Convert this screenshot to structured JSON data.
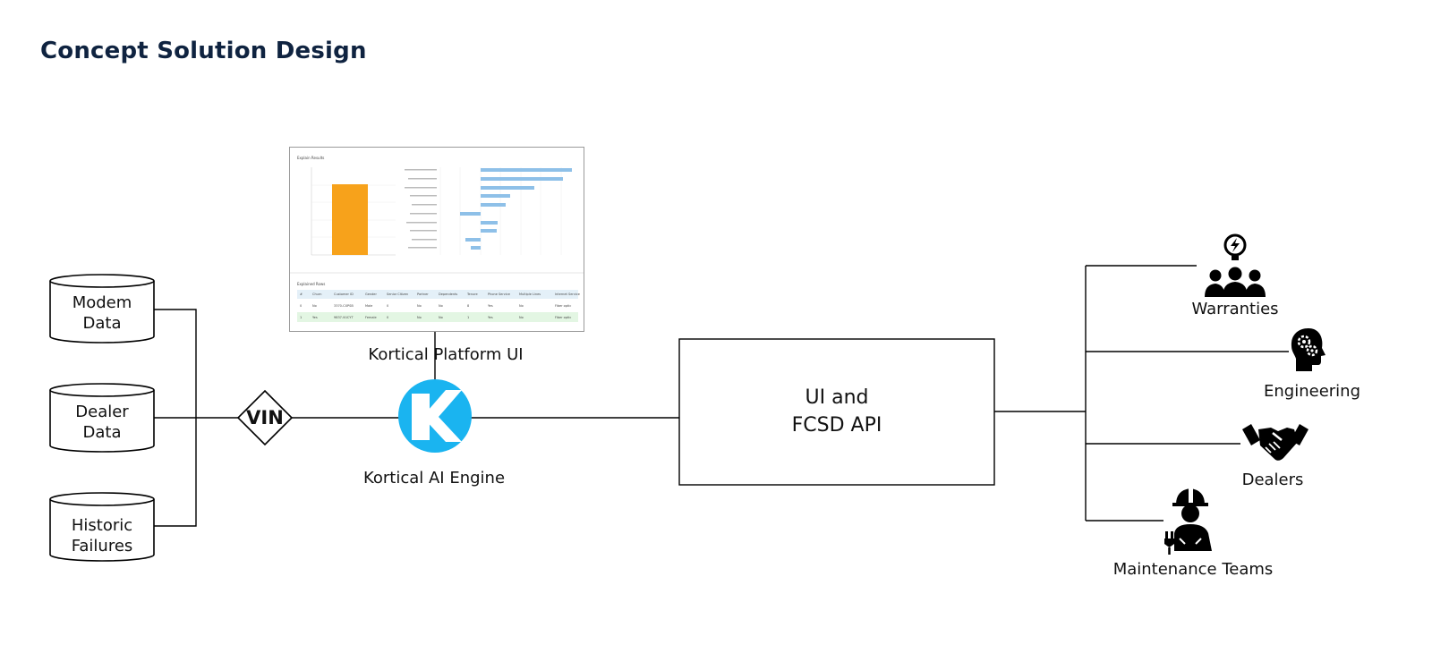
{
  "title": "Concept Solution Design",
  "sources": [
    {
      "line1": "Modem",
      "line2": "Data"
    },
    {
      "line1": "Dealer",
      "line2": "Data"
    },
    {
      "line1": "Historic",
      "line2": "Failures"
    }
  ],
  "vin_label": "VIN",
  "platform_ui_label": "Kortical Platform UI",
  "engine_label": "Kortical AI Engine",
  "api_box": {
    "line1": "UI and",
    "line2": "FCSD API"
  },
  "consumers": [
    {
      "label": "Warranties",
      "icon": "people-lightbulb-icon"
    },
    {
      "label": "Engineering",
      "icon": "head-gears-icon"
    },
    {
      "label": "Dealers",
      "icon": "handshake-icon"
    },
    {
      "label": "Maintenance Teams",
      "icon": "worker-icon"
    }
  ],
  "thumbnail": {
    "chart_title": "Explain Results",
    "table_title": "Explained Rows",
    "table_headers": [
      "#",
      "Churn",
      "Customer ID",
      "Gender",
      "Senior Citizen",
      "Partner",
      "Dependents",
      "Tenure",
      "Phone Service",
      "Multiple Lines",
      "Internet Service"
    ],
    "table_rows": [
      [
        "0",
        "No",
        "3370-CXPSB",
        "Male",
        "0",
        "No",
        "No",
        "8",
        "Yes",
        "No",
        "Fiber optic"
      ],
      [
        "1",
        "Yes",
        "9837-VUCYT",
        "Female",
        "0",
        "No",
        "No",
        "1",
        "Yes",
        "No",
        "Fiber optic"
      ]
    ]
  },
  "colors": {
    "title": "#0f2340",
    "engine": "#1ab4f0",
    "bar_orange": "#f7a21b",
    "bar_blue": "#8ec0e8"
  }
}
